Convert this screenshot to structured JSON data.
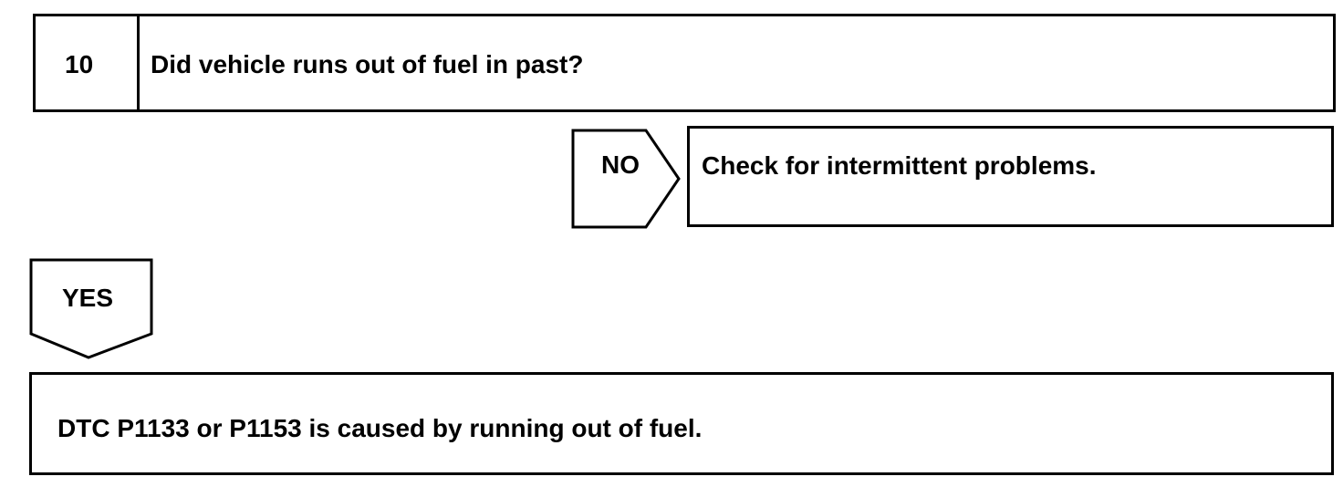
{
  "step": {
    "number": "10",
    "question": "Did vehicle runs out of fuel in past?"
  },
  "branch_no": {
    "label": "NO",
    "result": "Check for intermittent problems."
  },
  "branch_yes": {
    "label": "YES",
    "result": "DTC P1133 or P1153 is caused by running out of fuel."
  }
}
